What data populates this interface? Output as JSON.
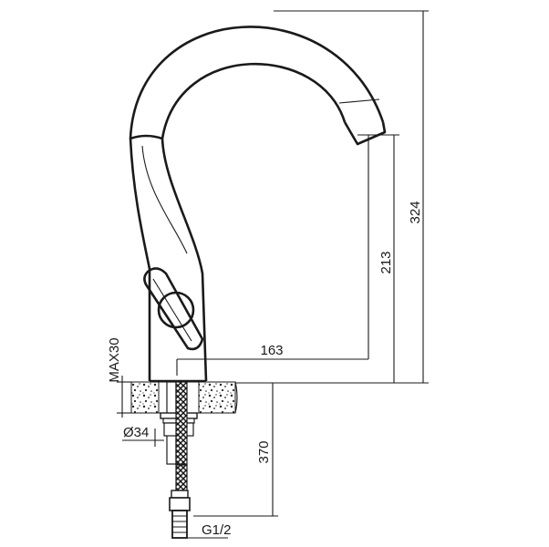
{
  "diagram": {
    "colors": {
      "stroke": "#1a1a1a",
      "background": "#ffffff"
    },
    "dimensions": {
      "height_total": "324",
      "spout_height": "213",
      "spout_reach": "163",
      "max_counter": "MAX30",
      "diameter": "Ø34",
      "hose_length": "370",
      "thread": "G1/2"
    }
  }
}
